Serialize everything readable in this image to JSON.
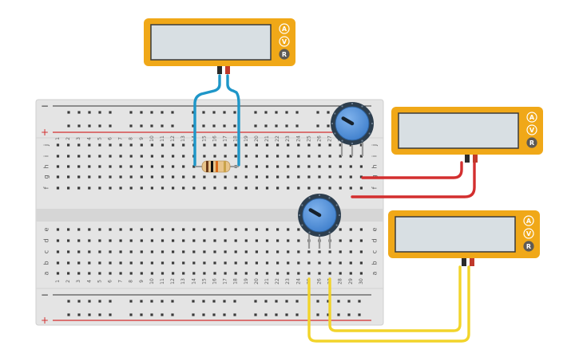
{
  "breadboard": {
    "columns": 30,
    "upper_row_letters": [
      "j",
      "i",
      "h",
      "g",
      "f"
    ],
    "lower_row_letters": [
      "e",
      "d",
      "c",
      "b",
      "a"
    ],
    "rail_minus": "−",
    "rail_plus": "+"
  },
  "multimeters": [
    {
      "id": "top",
      "buttons": [
        "A",
        "V",
        "R"
      ]
    },
    {
      "id": "right",
      "buttons": [
        "A",
        "V",
        "R"
      ]
    },
    {
      "id": "bottom",
      "buttons": [
        "A",
        "V",
        "R"
      ]
    }
  ],
  "components": {
    "resistor": "resistor",
    "potentiometers": [
      "potentiometer-upper",
      "potentiometer-lower"
    ]
  },
  "colors": {
    "multimeter_body": "#f0a818",
    "multimeter_screen": "#d8dfe3",
    "button_gray": "#5e5a55",
    "wire_blue": "#1e96c8",
    "wire_red": "#d32f2f",
    "wire_yellow": "#f2d42a",
    "rail_red": "#d32f2f",
    "rail_dark": "#333333",
    "knob_blue": "#4a8fd8"
  }
}
